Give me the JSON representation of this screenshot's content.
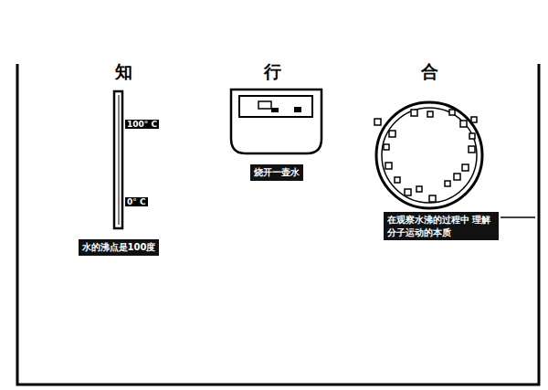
{
  "diagram": {
    "nodes": [
      {
        "text": [
          "水的沸点是100度"
        ]
      },
      {
        "text": [
          "烧开一壶水"
        ]
      },
      {
        "text": [
          "在观察水沸的过程中 理解分子运动的本质"
        ]
      }
    ],
    "labels": [
      "知",
      "行",
      "合",
      "100° C",
      "0° C"
    ]
  }
}
